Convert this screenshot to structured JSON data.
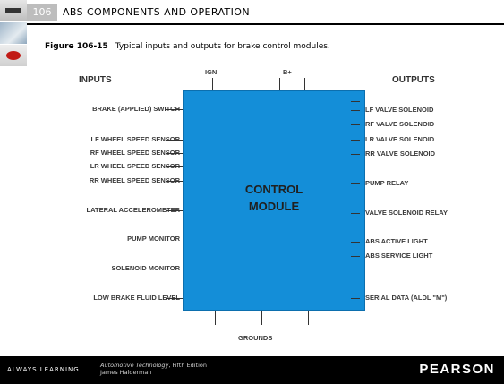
{
  "header": {
    "chapter_number": "106",
    "chapter_title": "ABS COMPONENTS AND OPERATION"
  },
  "caption": {
    "label": "Figure 106-15",
    "text": "Typical inputs and outputs for brake control modules."
  },
  "diagram": {
    "inputs_heading": "INPUTS",
    "outputs_heading": "OUTPUTS",
    "top_labels": [
      "IGN",
      "B+"
    ],
    "bottom_label": "GROUNDS",
    "control_module_lines": [
      "CONTROL",
      "MODULE"
    ],
    "inputs": [
      "BRAKE (APPLIED) SWITCH",
      "LF WHEEL SPEED SENSOR",
      "RF WHEEL SPEED SENSOR",
      "LR WHEEL SPEED SENSOR",
      "RR WHEEL SPEED SENSOR",
      "LATERAL ACCELEROMETER",
      "PUMP MONITOR",
      "SOLENOID MONITOR",
      "LOW BRAKE FLUID LEVEL"
    ],
    "outputs": [
      "LF VALVE SOLENOID",
      "RF VALVE SOLENOID",
      "LR VALVE SOLENOID",
      "RR VALVE SOLENOID",
      "PUMP RELAY",
      "VALVE SOLENOID RELAY",
      "ABS ACTIVE LIGHT",
      "ABS SERVICE LIGHT",
      "SERIAL DATA (ALDL \"M\")"
    ],
    "colors": {
      "module_fill": "#148ed8",
      "line": "#333333"
    }
  },
  "footer": {
    "left_text": "ALWAYS LEARNING",
    "book_title": "Automotive Technology",
    "book_edition": ", Fifth Edition",
    "author": "James Halderman",
    "brand": "PEARSON"
  }
}
